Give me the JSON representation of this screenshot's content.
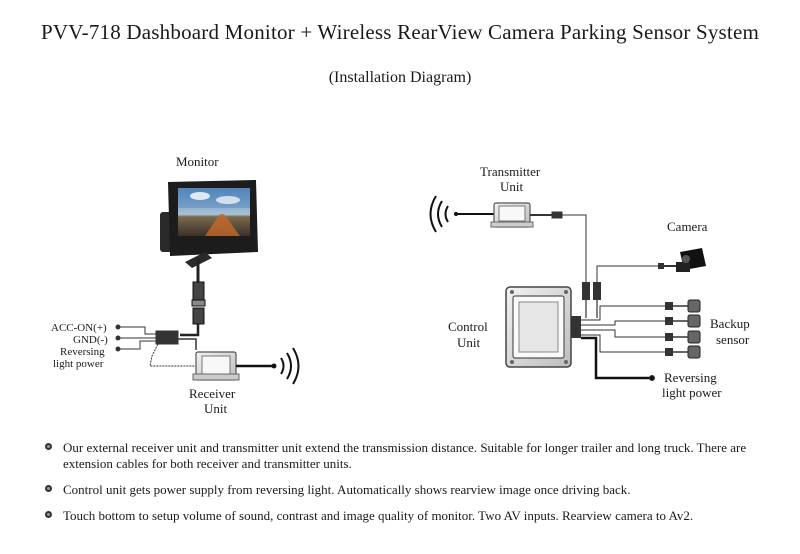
{
  "title": "PVV-718 Dashboard Monitor + Wireless RearView Camera Parking Sensor System",
  "subtitle": "(Installation Diagram)",
  "labels": {
    "monitor": "Monitor",
    "acc_on": "ACC-ON(+)",
    "gnd": "GND(-)",
    "reversing_1": "Reversing",
    "reversing_2": "light power",
    "receiver_1": "Receiver",
    "receiver_2": "Unit",
    "transmitter_1": "Transmitter",
    "transmitter_2": "Unit",
    "camera": "Camera",
    "control_1": "Control",
    "control_2": "Unit",
    "backup_1": "Backup",
    "backup_2": "sensor",
    "rev_power_1": "Reversing",
    "rev_power_2": "light power"
  },
  "notes": [
    "Our external receiver unit and transmitter unit extend the transmission distance. Suitable for longer trailer and long truck. There are extension cables for both receiver and transmitter units.",
    "Control unit gets power supply from reversing light. Automatically shows rearview image once driving back.",
    "Touch bottom to setup volume of sound, contrast and image quality of monitor. Two AV inputs. Rearview camera to Av2."
  ]
}
